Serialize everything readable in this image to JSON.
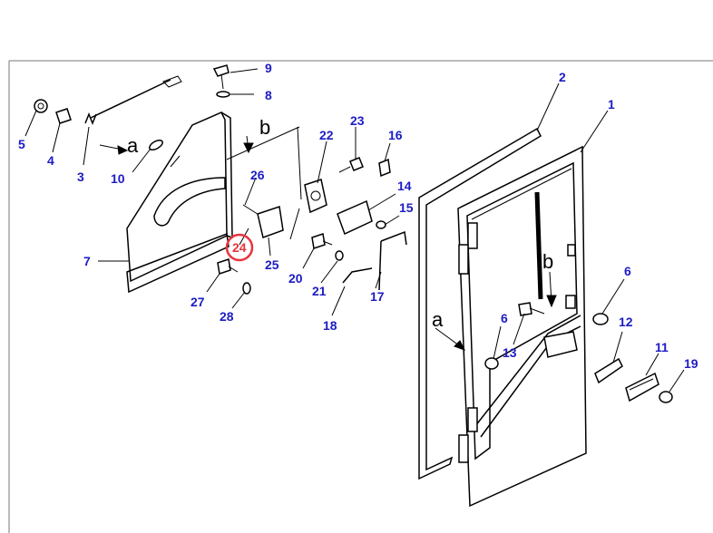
{
  "labels": {
    "p1": "1",
    "p2": "2",
    "p3": "3",
    "p4": "4",
    "p5": "5",
    "p6a": "6",
    "p6b": "6",
    "p7": "7",
    "p8": "8",
    "p9": "9",
    "p10": "10",
    "p11": "11",
    "p12": "12",
    "p13": "13",
    "p14": "14",
    "p15": "15",
    "p16": "16",
    "p17": "17",
    "p18": "18",
    "p19": "19",
    "p20": "20",
    "p21": "21",
    "p22": "22",
    "p23": "23",
    "p24": "24",
    "p25": "25",
    "p26": "26",
    "p27": "27",
    "p28": "28"
  },
  "letters": {
    "a1": "a",
    "a2": "a",
    "b1": "b",
    "b2": "b"
  },
  "colors": {
    "label": "#1c1cc4",
    "highlight": "#e8343c"
  },
  "highlighted_part": "24"
}
